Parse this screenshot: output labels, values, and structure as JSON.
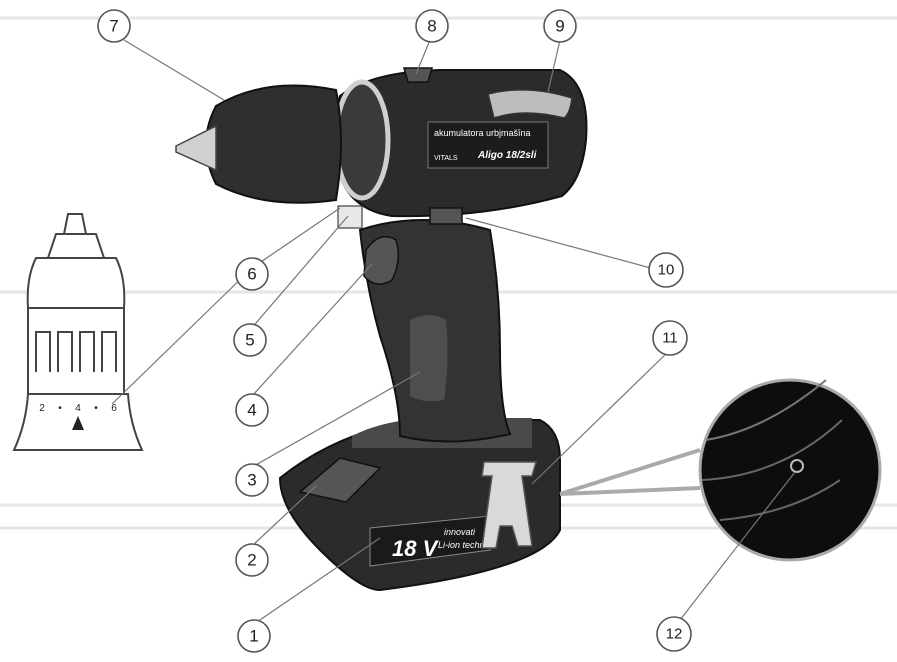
{
  "product": {
    "label_line1": "akumulatora urbjmašīna",
    "brand": "VITALS",
    "model": "Aligo 18/2sli"
  },
  "battery": {
    "voltage": "18 V",
    "text_line1": "innovati",
    "text_line2": "Li-ion techn"
  },
  "chuck_inset": {
    "scale_marks": [
      "2",
      "•",
      "4",
      "•",
      "6"
    ]
  },
  "callouts": [
    "1",
    "2",
    "3",
    "4",
    "5",
    "6",
    "7",
    "8",
    "9",
    "10",
    "11",
    "12"
  ],
  "colors": {
    "tool_body": "#2b2b2b",
    "grip": "#444444",
    "chrome": "#d0d0d0",
    "outline": "#555555"
  }
}
